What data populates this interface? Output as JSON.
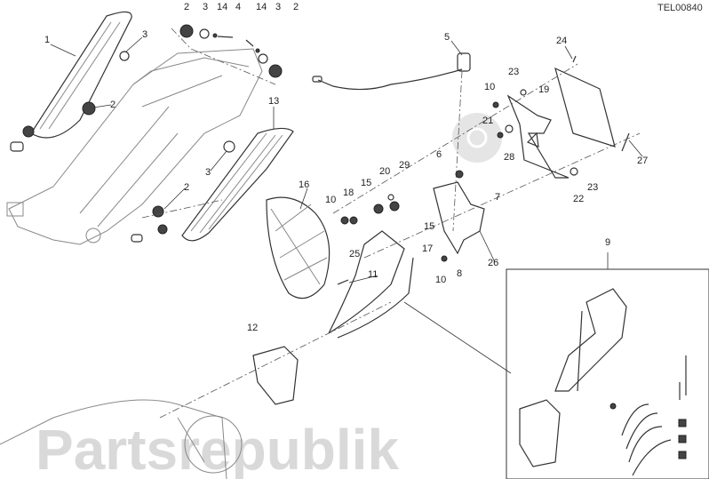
{
  "diagram": {
    "reference_code": "TEL00840",
    "watermark": "Partsrepublik",
    "callouts": [
      "1",
      "2",
      "3",
      "14",
      "4",
      "14",
      "3",
      "2",
      "3",
      "2",
      "13",
      "3",
      "2",
      "16",
      "10",
      "18",
      "15",
      "20",
      "29",
      "6",
      "15",
      "17",
      "25",
      "11",
      "10",
      "8",
      "26",
      "7",
      "5",
      "24",
      "23",
      "10",
      "19",
      "21",
      "28",
      "27",
      "23",
      "22",
      "9",
      "12"
    ]
  }
}
